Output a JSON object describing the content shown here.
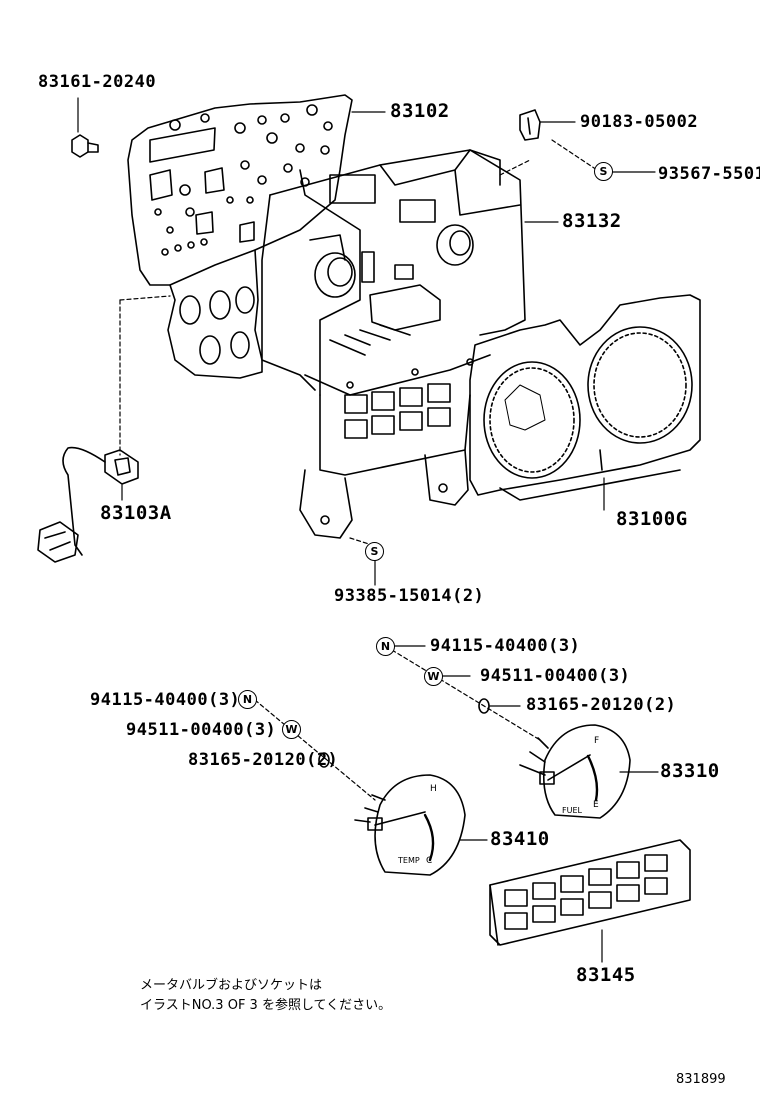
{
  "parts": {
    "bolt_83161": "83161-20240",
    "plate_83102": "83102",
    "clip_90183": "90183-05002",
    "screw_93567": "93567-5501",
    "housing_83132": "83132",
    "socket_83103a": "83103A",
    "case_83100g": "83100G",
    "screw_93385": "93385-15014(2)",
    "nut_right": "94115-40400(3)",
    "washer_right": "94511-00400(3)",
    "insulator_right": "83165-20120(2)",
    "fuel_gauge": "83310",
    "nut_left": "94115-40400(3)",
    "washer_left": "94511-00400(3)",
    "insulator_left": "83165-20120(2)",
    "temp_gauge": "83410",
    "lens_83145": "83145"
  },
  "badges": {
    "s": "S",
    "n": "N",
    "w": "W"
  },
  "gauge_text": {
    "fuel": "FUEL",
    "fuel_full": "F",
    "fuel_empty": "E",
    "temp": "TEMP",
    "temp_hot": "H",
    "temp_cold": "C"
  },
  "note": {
    "line1": "メータバルブおよびソケットは",
    "line2": "イラストNO.3 OF 3 を参照してください。"
  },
  "figure_ref": "831899"
}
